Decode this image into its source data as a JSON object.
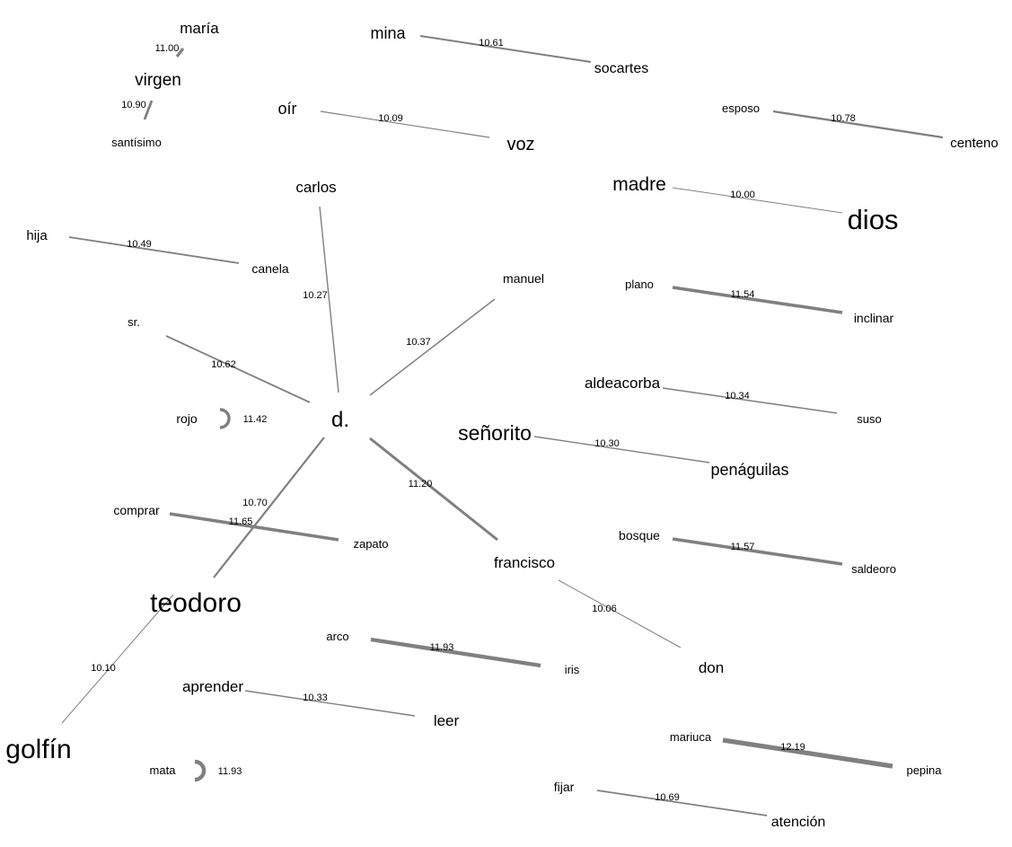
{
  "graph": {
    "edge_color": "#808080",
    "text_color": "#000000",
    "background": "#ffffff",
    "nodes": [
      {
        "id": "maria",
        "label": "maría"
      },
      {
        "id": "virgen",
        "label": "virgen"
      },
      {
        "id": "santisimo",
        "label": "santísimo"
      },
      {
        "id": "mina",
        "label": "mina"
      },
      {
        "id": "socartes",
        "label": "socartes"
      },
      {
        "id": "oir",
        "label": "oír"
      },
      {
        "id": "voz",
        "label": "voz"
      },
      {
        "id": "esposo",
        "label": "esposo"
      },
      {
        "id": "centeno",
        "label": "centeno"
      },
      {
        "id": "madre",
        "label": "madre"
      },
      {
        "id": "dios",
        "label": "dios"
      },
      {
        "id": "carlos",
        "label": "carlos"
      },
      {
        "id": "hija",
        "label": "hija"
      },
      {
        "id": "canela",
        "label": "canela"
      },
      {
        "id": "manuel",
        "label": "manuel"
      },
      {
        "id": "plano",
        "label": "plano"
      },
      {
        "id": "inclinar",
        "label": "inclinar"
      },
      {
        "id": "sr",
        "label": "sr."
      },
      {
        "id": "aldeacorba",
        "label": "aldeacorba"
      },
      {
        "id": "suso",
        "label": "suso"
      },
      {
        "id": "rojo",
        "label": "rojo"
      },
      {
        "id": "d",
        "label": "d."
      },
      {
        "id": "senorito",
        "label": "señorito"
      },
      {
        "id": "penaguilas",
        "label": "penáguilas"
      },
      {
        "id": "comprar",
        "label": "comprar"
      },
      {
        "id": "zapato",
        "label": "zapato"
      },
      {
        "id": "bosque",
        "label": "bosque"
      },
      {
        "id": "saldeoro",
        "label": "saldeoro"
      },
      {
        "id": "francisco",
        "label": "francisco"
      },
      {
        "id": "teodoro",
        "label": "teodoro"
      },
      {
        "id": "arco",
        "label": "arco"
      },
      {
        "id": "iris",
        "label": "iris"
      },
      {
        "id": "don",
        "label": "don"
      },
      {
        "id": "aprender",
        "label": "aprender"
      },
      {
        "id": "leer",
        "label": "leer"
      },
      {
        "id": "golfin",
        "label": "golfín"
      },
      {
        "id": "mariuca",
        "label": "mariuca"
      },
      {
        "id": "pepina",
        "label": "pepina"
      },
      {
        "id": "mata",
        "label": "mata"
      },
      {
        "id": "fijar",
        "label": "fijar"
      },
      {
        "id": "atencion",
        "label": "atención"
      }
    ],
    "edges": [
      {
        "source": "maria",
        "target": "virgen",
        "weight": "11.00"
      },
      {
        "source": "virgen",
        "target": "santisimo",
        "weight": "10.90"
      },
      {
        "source": "mina",
        "target": "socartes",
        "weight": "10.61"
      },
      {
        "source": "oir",
        "target": "voz",
        "weight": "10.09"
      },
      {
        "source": "esposo",
        "target": "centeno",
        "weight": "10.78"
      },
      {
        "source": "madre",
        "target": "dios",
        "weight": "10.00"
      },
      {
        "source": "hija",
        "target": "canela",
        "weight": "10.49"
      },
      {
        "source": "carlos",
        "target": "d",
        "weight": "10.27"
      },
      {
        "source": "manuel",
        "target": "d",
        "weight": "10.37"
      },
      {
        "source": "plano",
        "target": "inclinar",
        "weight": "11.54"
      },
      {
        "source": "sr",
        "target": "d",
        "weight": "10.62"
      },
      {
        "source": "aldeacorba",
        "target": "suso",
        "weight": "10.34"
      },
      {
        "source": "rojo",
        "target": "rojo",
        "weight": "11.42"
      },
      {
        "source": "senorito",
        "target": "penaguilas",
        "weight": "10.30"
      },
      {
        "source": "d",
        "target": "francisco",
        "weight": "11.20"
      },
      {
        "source": "d",
        "target": "teodoro",
        "weight": "10.70"
      },
      {
        "source": "comprar",
        "target": "zapato",
        "weight": "11.65"
      },
      {
        "source": "bosque",
        "target": "saldeoro",
        "weight": "11.57"
      },
      {
        "source": "francisco",
        "target": "don",
        "weight": "10.06"
      },
      {
        "source": "arco",
        "target": "iris",
        "weight": "11.93"
      },
      {
        "source": "teodoro",
        "target": "golfin",
        "weight": "10.10"
      },
      {
        "source": "aprender",
        "target": "leer",
        "weight": "10.33"
      },
      {
        "source": "mariuca",
        "target": "pepina",
        "weight": "12.19"
      },
      {
        "source": "mata",
        "target": "mata",
        "weight": "11.93"
      },
      {
        "source": "fijar",
        "target": "atencion",
        "weight": "10.69"
      }
    ]
  }
}
